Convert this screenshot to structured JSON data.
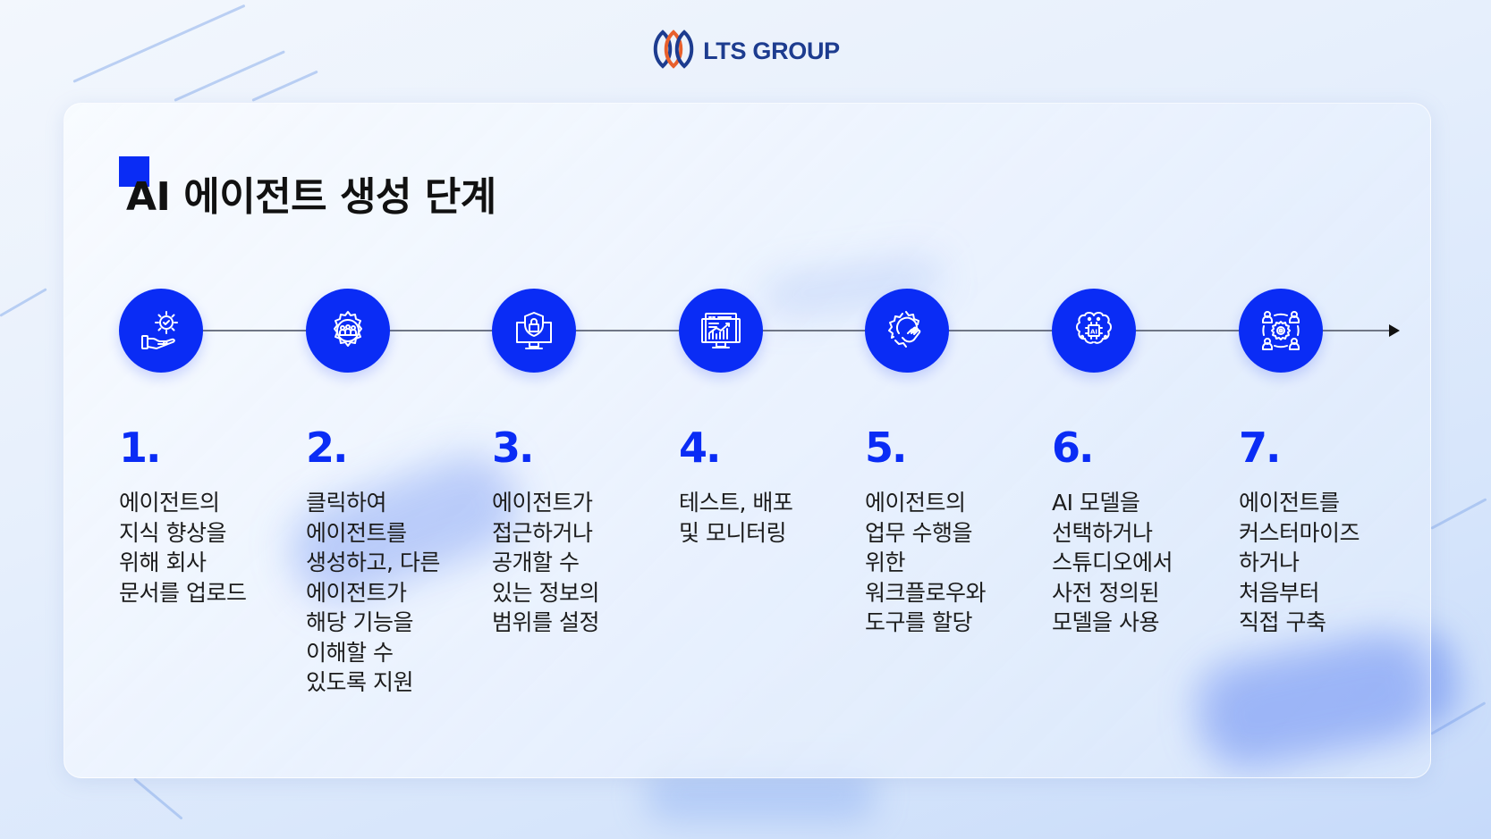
{
  "logo": {
    "text": "LTS GROUP",
    "icon": "lts-group-logo-icon",
    "colors": {
      "blue": "#1d3c8f",
      "orange": "#e8602c"
    }
  },
  "slide": {
    "title": "AI 에이전트 생성 단계",
    "accent_color": "#0a2cf5"
  },
  "steps": [
    {
      "number": "1.",
      "icon": "hand-gear-check-icon",
      "text": "에이전트의\n지식 향상을\n위해 회사\n문서를 업로드"
    },
    {
      "number": "2.",
      "icon": "gear-team-cycle-icon",
      "text": "클릭하여\n에이전트를\n생성하고, 다른\n에이전트가\n해당 기능을\n이해할 수\n있도록 지원"
    },
    {
      "number": "3.",
      "icon": "monitor-shield-lock-icon",
      "text": "에이전트가\n접근하거나\n공개할 수\n있는 정보의\n범위를 설정"
    },
    {
      "number": "4.",
      "icon": "monitor-chart-analytics-icon",
      "text": "테스트, 배포\n및 모니터링"
    },
    {
      "number": "5.",
      "icon": "gear-hand-pointer-icon",
      "text": "에이전트의\n업무 수행을\n위한\n워크플로우와\n도구를 할당"
    },
    {
      "number": "6.",
      "icon": "ai-brain-chip-icon",
      "text": "AI 모델을\n선택하거나\n스튜디오에서\n사전 정의된\n모델을 사용"
    },
    {
      "number": "7.",
      "icon": "gear-users-network-icon",
      "text": "에이전트를\n커스터마이즈\n하거나\n처음부터\n직접 구축"
    }
  ]
}
